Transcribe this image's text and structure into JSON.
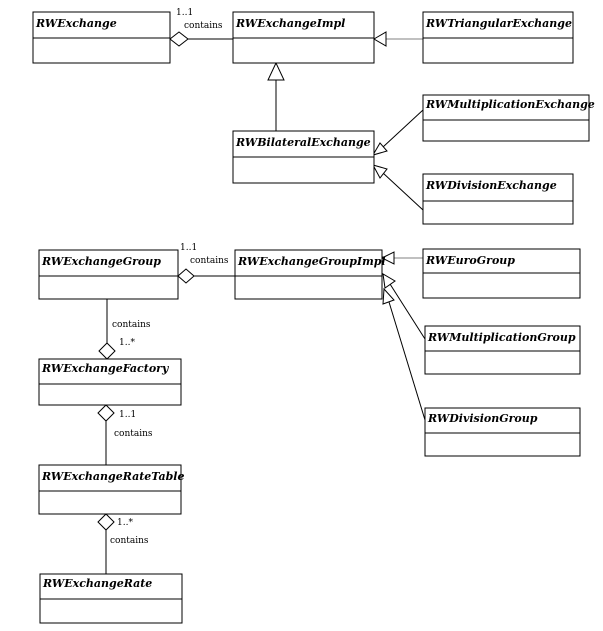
{
  "classes": {
    "rw_exchange": "RWExchange",
    "rw_exchange_impl": "RWExchangeImpl",
    "rw_triangular_exchange": "RWTriangularExchange",
    "rw_multiplication_exchange": "RWMultiplicationExchange",
    "rw_bilateral_exchange": "RWBilateralExchange",
    "rw_division_exchange": "RWDivisionExchange",
    "rw_exchange_group": "RWExchangeGroup",
    "rw_exchange_group_impl": "RWExchangeGroupImpl",
    "rw_euro_group": "RWEuroGroup",
    "rw_multiplication_group": "RWMultiplicationGroup",
    "rw_division_group": "RWDivisionGroup",
    "rw_exchange_factory": "RWExchangeFactory",
    "rw_exchange_rate_table": "RWExchangeRateTable",
    "rw_exchange_rate": "RWExchangeRate"
  },
  "relations": {
    "exchange_contains_impl": {
      "label": "contains",
      "multiplicity": "1..1"
    },
    "group_contains_impl": {
      "label": "contains",
      "multiplicity": "1..1"
    },
    "group_contains_factory": {
      "label": "contains",
      "multiplicity": "1..*"
    },
    "factory_contains_table": {
      "label": "contains",
      "multiplicity": "1..1"
    },
    "table_contains_rate": {
      "label": "contains",
      "multiplicity": "1..*"
    }
  }
}
